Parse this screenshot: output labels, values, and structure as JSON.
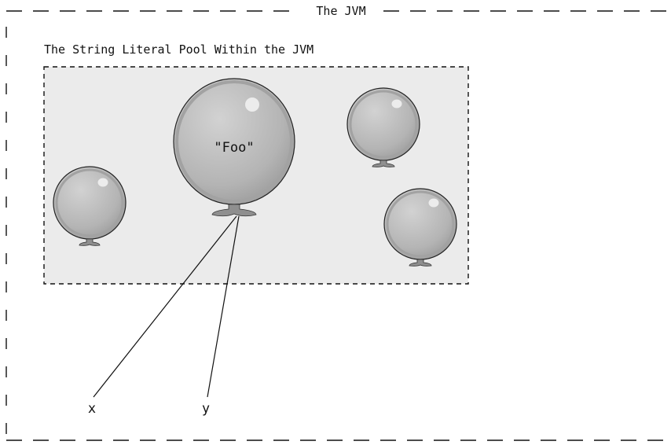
{
  "jvm": {
    "title": "The JVM"
  },
  "pool": {
    "title": "The String Literal Pool Within the JVM",
    "fill_color": "#ebebeb"
  },
  "balloons": [
    {
      "id": "left",
      "label": ""
    },
    {
      "id": "foo",
      "label": "\"Foo\""
    },
    {
      "id": "top-right",
      "label": ""
    },
    {
      "id": "bottom-right",
      "label": ""
    }
  ],
  "references": [
    {
      "name": "x",
      "target": "foo"
    },
    {
      "name": "y",
      "target": "foo"
    }
  ],
  "colors": {
    "balloon": "#b4b4b4",
    "balloon_dark": "#8f8f8f",
    "line": "#111111"
  }
}
